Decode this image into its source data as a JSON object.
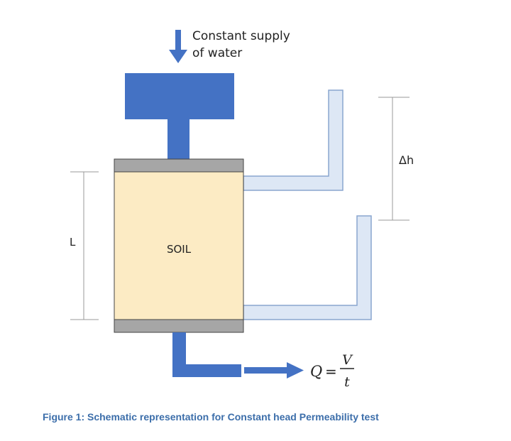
{
  "supply_label_line1": "Constant supply",
  "supply_label_line2": "of water",
  "delta_h_label": "Δh",
  "length_label": "L",
  "soil_label": "SOIL",
  "flow": {
    "lhs": "Q",
    "equals": "=",
    "numerator": "V",
    "denominator": "t"
  },
  "caption": "Figure 1: Schematic representation for Constant head Permeability test",
  "colors": {
    "water_blue": "#4472c4",
    "soil_fill": "#fcebc4",
    "porous_stone": "#a6a6a6",
    "tube_fill": "#dde7f5",
    "tube_stroke": "#8aa6cf",
    "dimension_line": "#999999",
    "caption": "#3c6eaa"
  }
}
